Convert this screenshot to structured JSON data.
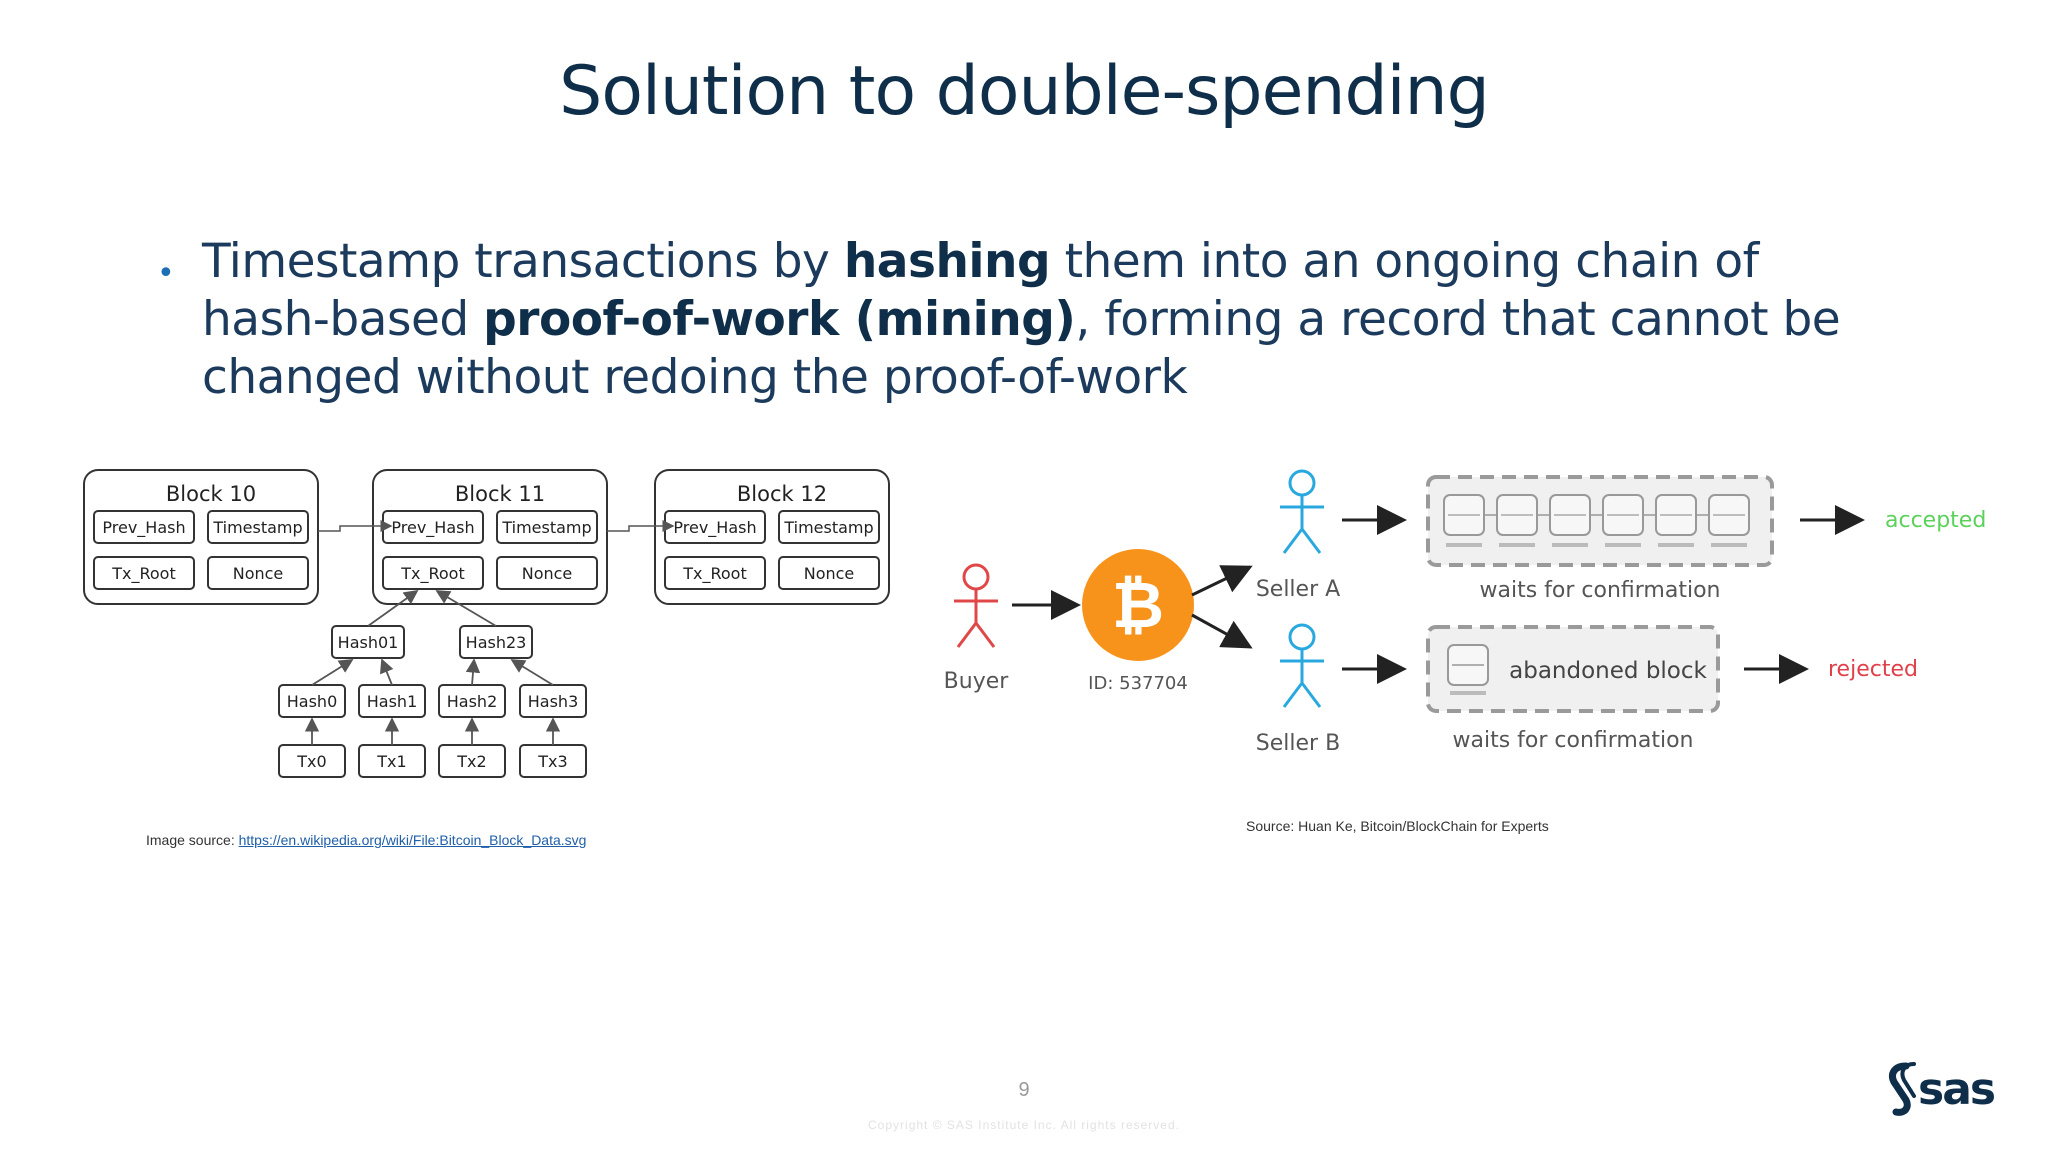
{
  "slide": {
    "title": "Solution to double-spending",
    "bullet": {
      "seg1": "Timestamp transactions by ",
      "bold1": "hashing",
      "seg2": " them into an ongoing chain of hash-based ",
      "bold2": "proof-of-work (mining)",
      "seg3": ", forming a record that cannot be changed without redoing the proof-of-work"
    },
    "page_number": "9",
    "copyright": "Copyright © SAS Institute Inc. All rights reserved."
  },
  "block_diagram": {
    "blocks": [
      {
        "title": "Block 10",
        "fields": [
          "Prev_Hash",
          "Timestamp",
          "Tx_Root",
          "Nonce"
        ]
      },
      {
        "title": "Block 11",
        "fields": [
          "Prev_Hash",
          "Timestamp",
          "Tx_Root",
          "Nonce"
        ]
      },
      {
        "title": "Block 12",
        "fields": [
          "Prev_Hash",
          "Timestamp",
          "Tx_Root",
          "Nonce"
        ]
      }
    ],
    "hash_level1": [
      "Hash01",
      "Hash23"
    ],
    "hash_level0": [
      "Hash0",
      "Hash1",
      "Hash2",
      "Hash3"
    ],
    "transactions": [
      "Tx0",
      "Tx1",
      "Tx2",
      "Tx3"
    ],
    "source_label": "Image source: ",
    "source_link": "https://en.wikipedia.org/wiki/File:Bitcoin_Block_Data.svg"
  },
  "double_spend_diagram": {
    "buyer_label": "Buyer",
    "coin_symbol": "₿",
    "coin_id": "ID: 537704",
    "seller_a_label": "Seller A",
    "seller_b_label": "Seller B",
    "caption_a": "waits for confirmation",
    "caption_b": "waits for confirmation",
    "abandoned_label": "abandoned block",
    "result_a": "accepted",
    "result_b": "rejected",
    "source": "Source: Huan Ke, Bitcoin/BlockChain for Experts"
  },
  "colors": {
    "title": "#0f2e4a",
    "accepted": "#5cd15c",
    "rejected": "#e0404a",
    "bitcoin": "#f7931a",
    "buyer": "#e04848",
    "seller": "#29a8e0"
  },
  "logo_text": "sas"
}
